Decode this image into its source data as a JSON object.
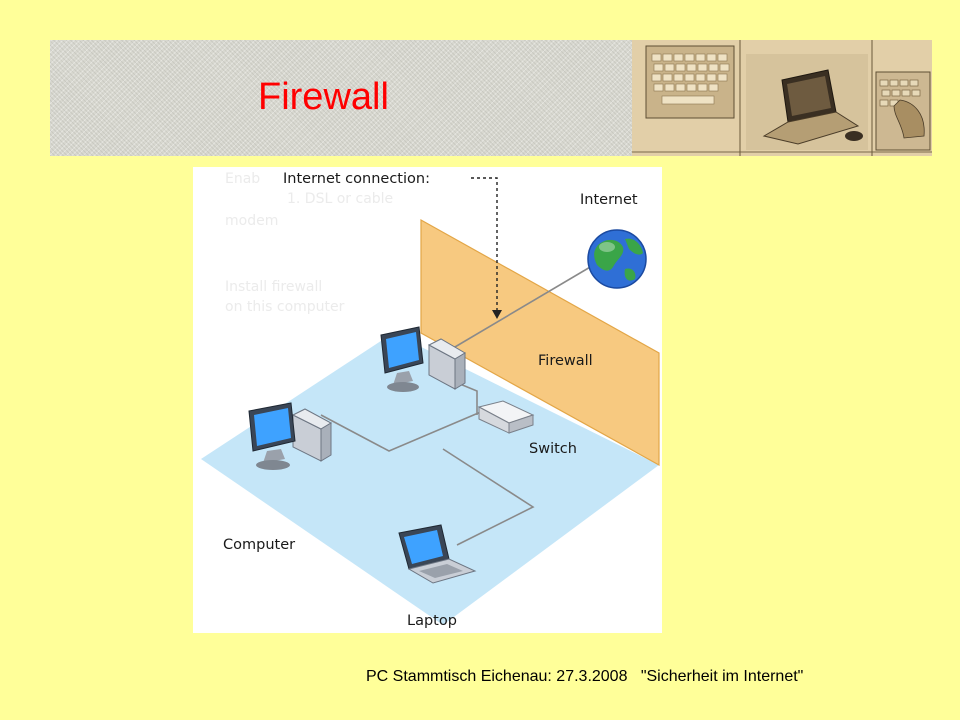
{
  "slide": {
    "title": "Firewall",
    "footer": "PC Stammtisch Eichenau: 27.3.2008   \"Sicherheit im Internet\""
  },
  "diagram": {
    "labels": {
      "internet_connection": "Internet connection:",
      "internet": "Internet",
      "firewall": "Firewall",
      "switch": "Switch",
      "computer": "Computer",
      "laptop": "Laptop"
    }
  },
  "colors": {
    "background": "#ffff99",
    "title": "#ff0000",
    "firewall_wall": "#f7c77a",
    "network_floor": "#bfe3f7"
  },
  "icons": [
    "globe-icon",
    "desktop-computer-icon",
    "switch-icon",
    "laptop-icon",
    "keyboard-photo",
    "laptop-photo",
    "hands-typing-photo"
  ]
}
